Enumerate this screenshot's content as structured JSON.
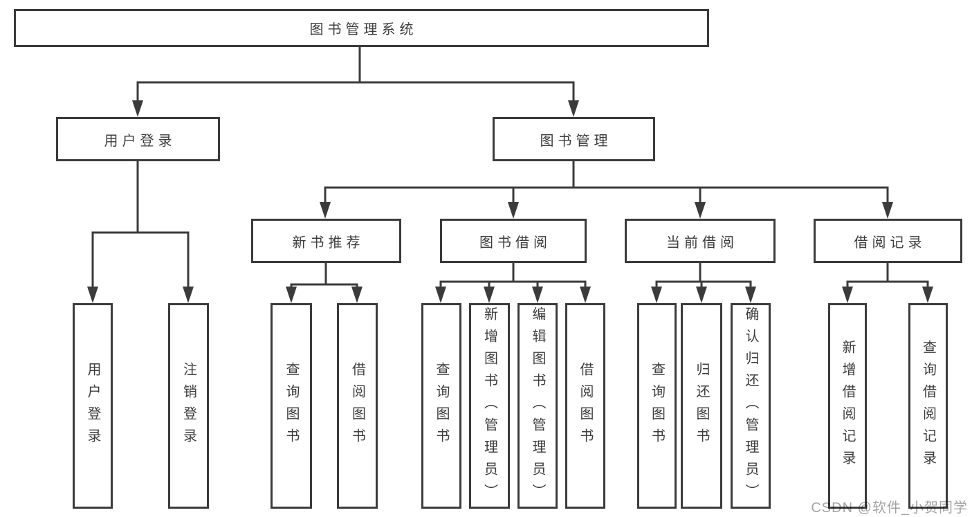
{
  "diagram": {
    "root": {
      "label": "图书管理系统"
    },
    "level2": [
      {
        "label": "用户登录"
      },
      {
        "label": "图书管理"
      }
    ],
    "level3": [
      {
        "label": "新书推荐"
      },
      {
        "label": "图书借阅"
      },
      {
        "label": "当前借阅"
      },
      {
        "label": "借阅记录"
      }
    ],
    "leaves": [
      {
        "label": "用户登录"
      },
      {
        "label": "注销登录"
      },
      {
        "label": "查询图书"
      },
      {
        "label": "借阅图书"
      },
      {
        "label": "查询图书"
      },
      {
        "label": "新增图书（管理员）"
      },
      {
        "label": "编辑图书（管理员）"
      },
      {
        "label": "借阅图书"
      },
      {
        "label": "查询图书"
      },
      {
        "label": "归还图书"
      },
      {
        "label": "确认归还（管理员）"
      },
      {
        "label": "新增借阅记录"
      },
      {
        "label": "查询借阅记录"
      }
    ],
    "watermark": "CSDN @软件_小贺同学"
  },
  "colors": {
    "line": "#3b3b3b",
    "text": "#3d3d3d",
    "watermark": "#a3a3a3",
    "background": "#ffffff"
  }
}
